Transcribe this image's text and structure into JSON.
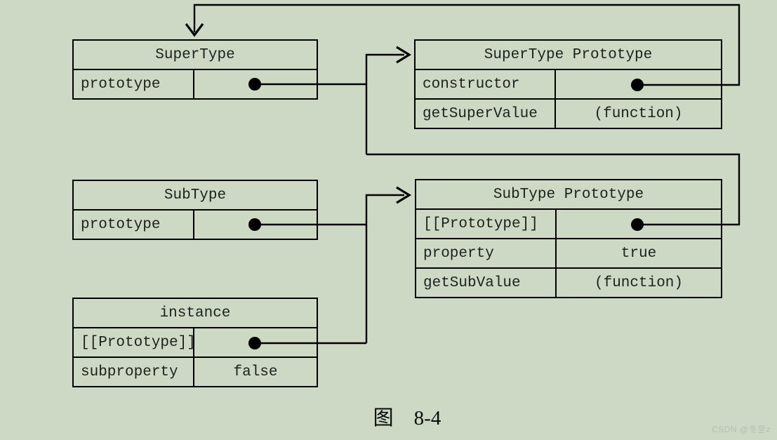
{
  "colors": {
    "background": "#cdd9c5",
    "line": "#000000",
    "text": "#1d201c",
    "watermark": "#b7bfb1"
  },
  "boxes": {
    "supertype": {
      "title": "SuperType",
      "rows": [
        {
          "key": "prototype",
          "value": ""
        }
      ]
    },
    "supertype_prototype": {
      "title": "SuperType Prototype",
      "rows": [
        {
          "key": "constructor",
          "value": ""
        },
        {
          "key": "getSuperValue",
          "value": "(function)"
        }
      ]
    },
    "subtype": {
      "title": "SubType",
      "rows": [
        {
          "key": "prototype",
          "value": ""
        }
      ]
    },
    "subtype_prototype": {
      "title": "SubType Prototype",
      "rows": [
        {
          "key": "[[Prototype]]",
          "value": ""
        },
        {
          "key": "property",
          "value": "true"
        },
        {
          "key": "getSubValue",
          "value": "(function)"
        }
      ]
    },
    "instance": {
      "title": "instance",
      "rows": [
        {
          "key": "[[Prototype]]",
          "value": ""
        },
        {
          "key": "subproperty",
          "value": "false"
        }
      ]
    }
  },
  "caption": "图　8-4",
  "watermark": "CSDN @冬至z"
}
